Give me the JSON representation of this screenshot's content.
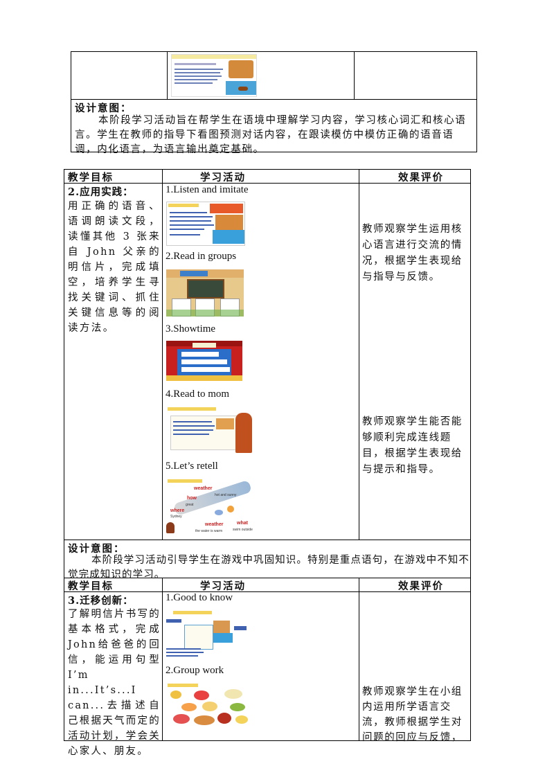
{
  "top_section": {
    "design_title": "设计意图：",
    "design_text": "本阶段学习活动旨在帮学生在语境中理解学习内容，学习核心词汇和核心语言。学生在教师的指导下看图预测对话内容，在跟读模仿中模仿正确的语音语调，内化语言，为语言输出奠定基础。"
  },
  "table1": {
    "headers": [
      "教学目标",
      "学习活动",
      "效果评价"
    ],
    "goal_title": "2.应用实践：",
    "goal_text": "用正确的语音、语调朗读文段，读懂其他 3 张来自 John 父亲的明信片，完成填空，培养学生寻找关键词、抓住关键信息等的阅读方法。",
    "activities": [
      "1.Listen and imitate",
      "2.Read in groups",
      "3.Showtime",
      "4.Read to mom",
      "5.Let’s retell"
    ],
    "eval_1": "教师观察学生运用核心语言进行交流的情况，根据学生表现给与指导与反馈。",
    "eval_2": "教师观察学生能否能够顺利完成连线题目，根据学生表现给与提示和指导。",
    "design_title": "设计意图：",
    "design_text": "本阶段学习活动引导学生在游戏中巩固知识。特别是重点语句，在游戏中不知不觉完成知识的学习。"
  },
  "table2": {
    "headers": [
      "教学目标",
      "学习活动",
      "效果评价"
    ],
    "goal_title": "3.迁移创新：",
    "goal_text": "了解明信片书写的基本格式，完成John给爸爸的回信，能运用句型 I’m in...It’s...I can...去描述自己根据天气而定的活动计划，学会关心家人、朋友。",
    "activities": [
      "1.Good to know",
      "2.Group work"
    ],
    "eval_1": "教师观察学生在小组内运用所学语言交流，教师根据学生对问题的回应与反馈，"
  },
  "images": {
    "retell_words": [
      "weather",
      "hot and sunny",
      "how",
      "great",
      "where",
      "Sydney",
      "weather",
      "the water is warm",
      "what",
      "swim outside"
    ]
  },
  "colors": {
    "border": "#000000",
    "slide_blue": "#3aa0dc",
    "slide_red": "#c8201e",
    "slide_yellow": "#f3d35a"
  }
}
